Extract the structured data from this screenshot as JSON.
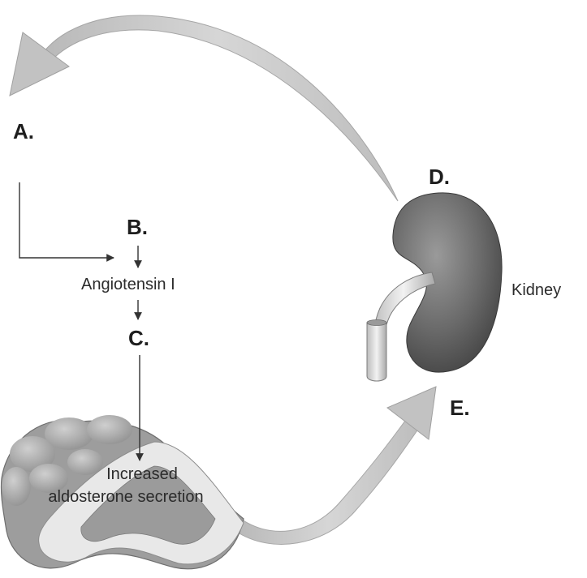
{
  "labels": {
    "a": "A.",
    "b": "B.",
    "angiotensin": "Angiotensin I",
    "c": "C.",
    "increased": "Increased",
    "secretion": "aldosterone secretion",
    "d": "D.",
    "kidney": "Kidney",
    "e": "E."
  },
  "colors": {
    "arrow_fill": "#c4c4c4",
    "kidney_body": "#6f6f6f",
    "adrenal_outer": "#a9a9a9",
    "adrenal_cortex": "#e6e6e6",
    "adrenal_medulla": "#9e9e9e",
    "line": "#333333"
  }
}
